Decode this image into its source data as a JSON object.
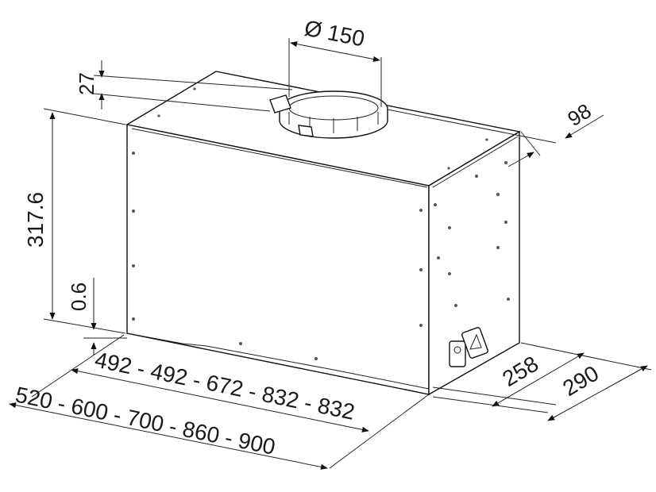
{
  "dimensions": {
    "duct_diameter": "Ø 150",
    "top_height": "27",
    "top_offset": "98",
    "body_height": "317.6",
    "bottom_gap": "0.6",
    "inner_widths": "492 - 492 - 672 - 832 - 832",
    "outer_widths": "520 - 600 - 700 - 860 - 900",
    "inner_depth": "258",
    "outer_depth": "290"
  },
  "colors": {
    "line": "#111111",
    "background": "#ffffff"
  }
}
